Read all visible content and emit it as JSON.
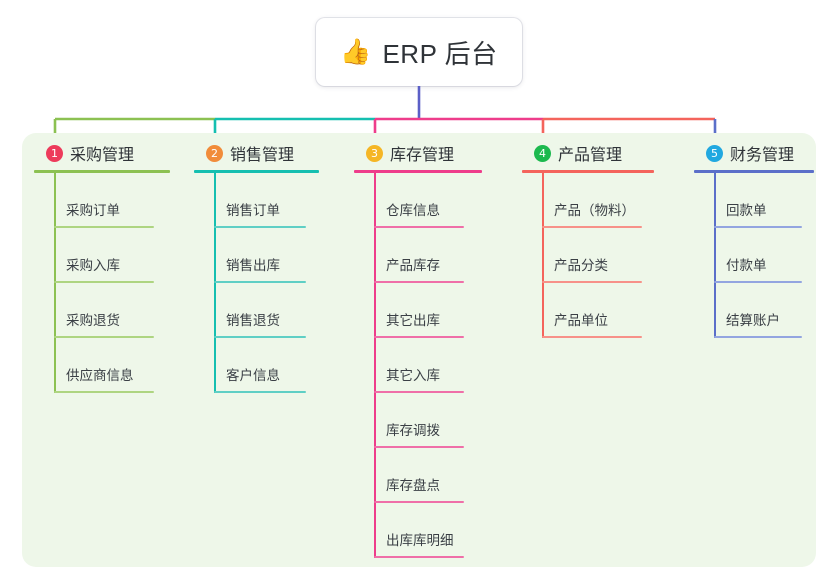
{
  "diagram": {
    "type": "mindmap",
    "root": {
      "icon": "thumbs-up-emoji",
      "emoji": "👍",
      "title": "ERP 后台"
    },
    "canvas_background": "#eef7e9",
    "stem_color": "#5b5fc7",
    "branches": [
      {
        "number": "1",
        "label": "采购管理",
        "color": "#8cc152",
        "badge_color": "#ed3b5b",
        "leaf_rule_color": "#aed581",
        "items": [
          {
            "label": "采购订单"
          },
          {
            "label": "采购入库"
          },
          {
            "label": "采购退货"
          },
          {
            "label": "供应商信息"
          }
        ]
      },
      {
        "number": "2",
        "label": "销售管理",
        "color": "#15bfb0",
        "badge_color": "#f18c3a",
        "leaf_rule_color": "#5fcfc5",
        "items": [
          {
            "label": "销售订单"
          },
          {
            "label": "销售出库"
          },
          {
            "label": "销售退货"
          },
          {
            "label": "客户信息"
          }
        ]
      },
      {
        "number": "3",
        "label": "库存管理",
        "color": "#ee3d8b",
        "badge_color": "#f5b625",
        "leaf_rule_color": "#ef6fa8",
        "items": [
          {
            "label": "仓库信息"
          },
          {
            "label": "产品库存"
          },
          {
            "label": "其它出库"
          },
          {
            "label": "其它入库"
          },
          {
            "label": "库存调拨"
          },
          {
            "label": "库存盘点"
          },
          {
            "label": "出库库明细"
          }
        ]
      },
      {
        "number": "4",
        "label": "产品管理",
        "color": "#f4645c",
        "badge_color": "#1cb94e",
        "leaf_rule_color": "#f79189",
        "items": [
          {
            "label": "产品（物料）"
          },
          {
            "label": "产品分类"
          },
          {
            "label": "产品单位"
          }
        ]
      },
      {
        "number": "5",
        "label": "财务管理",
        "color": "#5b6fc9",
        "badge_color": "#21a8e0",
        "leaf_rule_color": "#93a5e0",
        "items": [
          {
            "label": "回款单"
          },
          {
            "label": "付款单"
          },
          {
            "label": "结算账户"
          }
        ]
      }
    ]
  }
}
